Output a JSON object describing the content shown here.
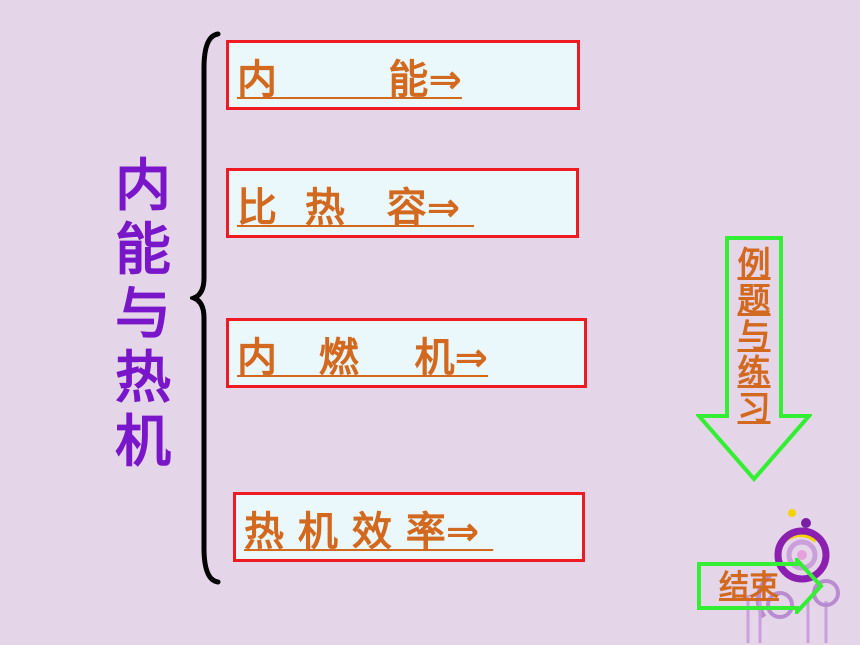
{
  "title": {
    "chars": [
      "内",
      "能",
      "与",
      "热",
      "机"
    ]
  },
  "topics": [
    {
      "label": "内        能⇒"
    },
    {
      "label": "比  热   容⇒ "
    },
    {
      "label": "内   燃    机⇒"
    },
    {
      "label": "热 机 效 率⇒ "
    }
  ],
  "exercise_button": {
    "chars": [
      "例",
      "题",
      "与",
      "练",
      "习"
    ]
  },
  "end_button": {
    "label": "结束"
  },
  "colors": {
    "background": "#e5d5e8",
    "title": "#7a16c9",
    "box_border": "#ee1b23",
    "box_fill": "#eaf7fb",
    "link_text": "#d2691e",
    "arrow_outline": "#33ee33"
  }
}
